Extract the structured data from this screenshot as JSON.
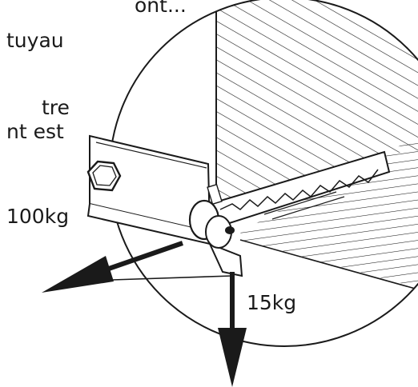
{
  "text_lines": [
    "ont...",
    "tuyau",
    "tre",
    "nt est"
  ],
  "labels": {
    "load_horizontal": "100kg",
    "load_vertical": "15kg"
  },
  "colors": {
    "ink": "#1a1a1a",
    "background": "#ffffff"
  }
}
